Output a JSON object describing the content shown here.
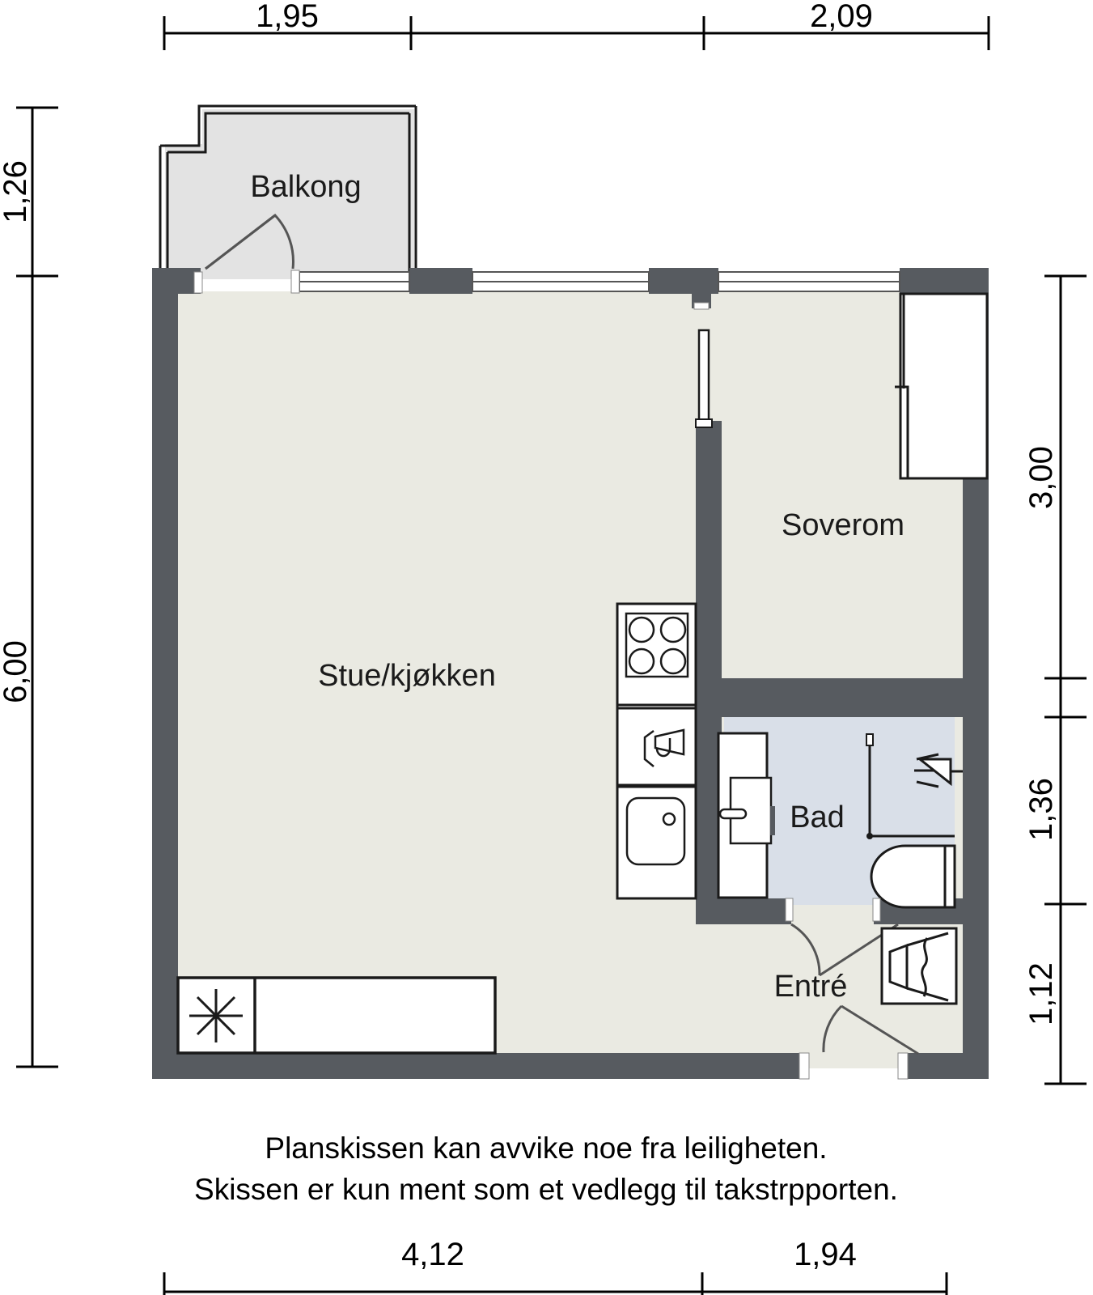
{
  "plan": {
    "title": "Leilighet planskisse",
    "rooms": [
      {
        "key": "balkong",
        "label": "Balkong",
        "floor_color": "#e3e3e3"
      },
      {
        "key": "stue_kjokken",
        "label": "Stue/kjøkken",
        "floor_color": "#eaeae2"
      },
      {
        "key": "soverom",
        "label": "Soverom",
        "floor_color": "#eaeae2"
      },
      {
        "key": "bad",
        "label": "Bad",
        "floor_color": "#d9dfe8"
      },
      {
        "key": "entre",
        "label": "Entré",
        "floor_color": "#eaeae2"
      }
    ],
    "dimensions": {
      "top": [
        {
          "value": "1,95"
        },
        {
          "value": "2,09"
        }
      ],
      "left": [
        {
          "value": "1,26"
        },
        {
          "value": "6,00"
        }
      ],
      "right": [
        {
          "value": "3,00"
        },
        {
          "value": "1,36"
        },
        {
          "value": "1,12"
        }
      ],
      "bottom": [
        {
          "value": "4,12"
        },
        {
          "value": "1,94"
        }
      ]
    },
    "notes": [
      "Planskissen kan avvike noe fra leiligheten.",
      "Skissen er kun ment som et vedlegg til takstrpporten."
    ],
    "fixtures": [
      {
        "key": "stove",
        "name": "stove-icon"
      },
      {
        "key": "extractor",
        "name": "extractor-hood-icon"
      },
      {
        "key": "sink",
        "name": "kitchen-sink-icon"
      },
      {
        "key": "washing",
        "name": "washing-machine-icon"
      },
      {
        "key": "shower",
        "name": "shower-head-icon"
      },
      {
        "key": "toilet",
        "name": "toilet-icon"
      },
      {
        "key": "wardrobe-bed",
        "name": "wardrobe-icon"
      },
      {
        "key": "closet-entre",
        "name": "closet-icon"
      },
      {
        "key": "radiator",
        "name": "fan-star-icon"
      }
    ],
    "colors": {
      "wall": "#575b60",
      "outline": "#1a1a1a",
      "living_floor": "#eaeae2",
      "bath_floor": "#d9dfe8",
      "balcony_floor": "#e3e3e3",
      "dim_line": "#000000"
    }
  }
}
